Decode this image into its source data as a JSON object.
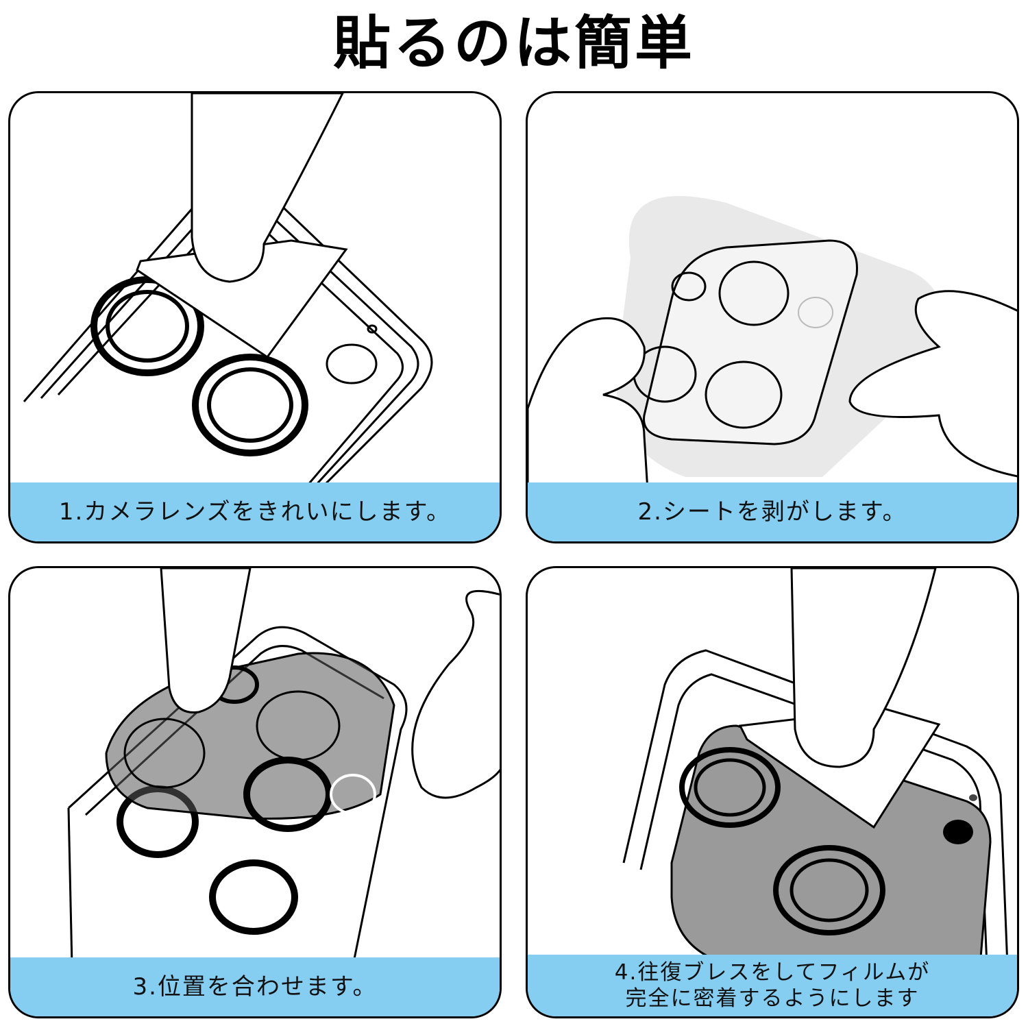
{
  "title": "貼るのは簡単",
  "steps": [
    {
      "caption": "1.カメラレンズをきれいにします。"
    },
    {
      "caption": "2.シートを剥がします。"
    },
    {
      "caption": "3.位置を合わせます。"
    },
    {
      "caption_line1": "4.往復ブレスをしてフィルムが",
      "caption_line2": "完全に密着するようにします"
    }
  ],
  "colors": {
    "caption_bg": "#86cdf2",
    "panel_border": "#000000",
    "protector_gray": "#9a9a9a"
  },
  "icons": [
    "finger-icon",
    "wipe-cloth-icon",
    "camera-lens-icon",
    "lens-protector-icon",
    "hand-icon"
  ]
}
